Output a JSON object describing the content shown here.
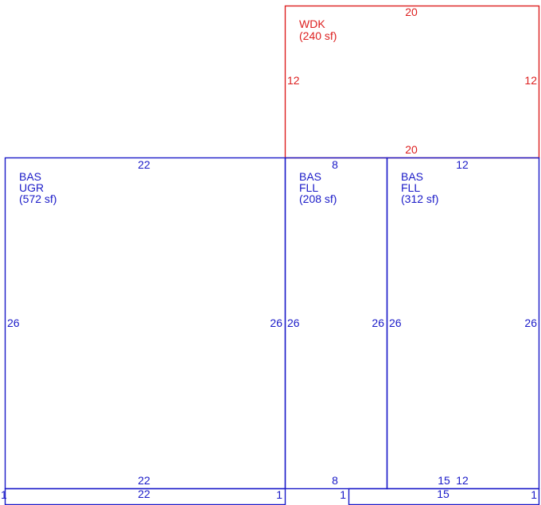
{
  "colors": {
    "blue": "#1a1ac8",
    "red": "#dd1f1f"
  },
  "areas": [
    {
      "id": "wdk",
      "color": "red",
      "lines": [
        "WDK",
        "(240 sf)"
      ]
    },
    {
      "id": "bas-ugr",
      "color": "blue",
      "lines": [
        "BAS",
        "UGR",
        "(572 sf)"
      ]
    },
    {
      "id": "bas-fll-1",
      "color": "blue",
      "lines": [
        "BAS",
        "FLL",
        "(208 sf)"
      ]
    },
    {
      "id": "bas-fll-2",
      "color": "blue",
      "lines": [
        "BAS",
        "FLL",
        "(312 sf)"
      ]
    }
  ],
  "dimensions": {
    "wdk_top": "20",
    "wdk_bottom": "20",
    "wdk_left": "12",
    "wdk_right": "12",
    "ugr_top": "22",
    "ugr_bottom": "22",
    "ugr_left": "26",
    "ugr_right": "26",
    "fll1_top": "8",
    "fll1_bottom": "8",
    "fll1_left": "26",
    "fll1_right": "26",
    "fll2_top": "12",
    "fll2_bottom_a": "15",
    "fll2_bottom_b": "12",
    "fll2_left": "26",
    "fll2_right": "26",
    "strip1_top": "22",
    "strip1_left": "1",
    "strip1_right": "1",
    "strip2_left": "1",
    "strip2_top": "15",
    "strip2_right": "1"
  }
}
